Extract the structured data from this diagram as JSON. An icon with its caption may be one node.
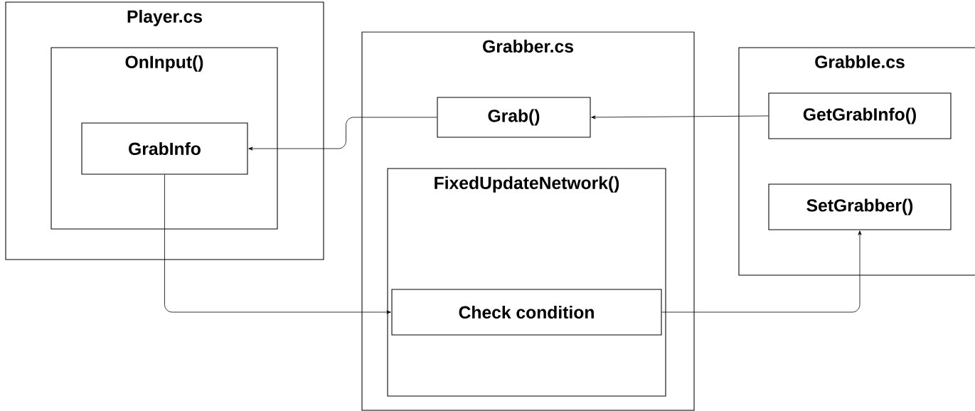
{
  "diagram": {
    "nodes": [
      {
        "text": [
          "Player.cs"
        ]
      },
      {
        "text": [
          "OnInput()"
        ],
        "in": 0
      },
      {
        "text": [
          "GrabInfo"
        ],
        "in": 1
      },
      {
        "text": [
          "Grabber.cs"
        ]
      },
      {
        "text": [
          "Grab()"
        ],
        "in": 3
      },
      {
        "text": [
          "FixedUpdateNetwork()"
        ],
        "in": 3
      },
      {
        "text": [
          "Check condition"
        ],
        "in": 5
      },
      {
        "text": [
          "Grabble.cs"
        ]
      },
      {
        "text": [
          "GetGrabInfo()"
        ],
        "in": 7
      },
      {
        "text": [
          "SetGrabber()"
        ],
        "in": 7
      }
    ],
    "edges": [
      {
        "from": 8,
        "to": 4,
        "arrow": "to"
      },
      {
        "from": 4,
        "to": 2,
        "arrow": "to"
      },
      {
        "from": 2,
        "to": 6,
        "arrow": "to"
      },
      {
        "from": 6,
        "to": 9,
        "arrow": "to"
      }
    ]
  }
}
